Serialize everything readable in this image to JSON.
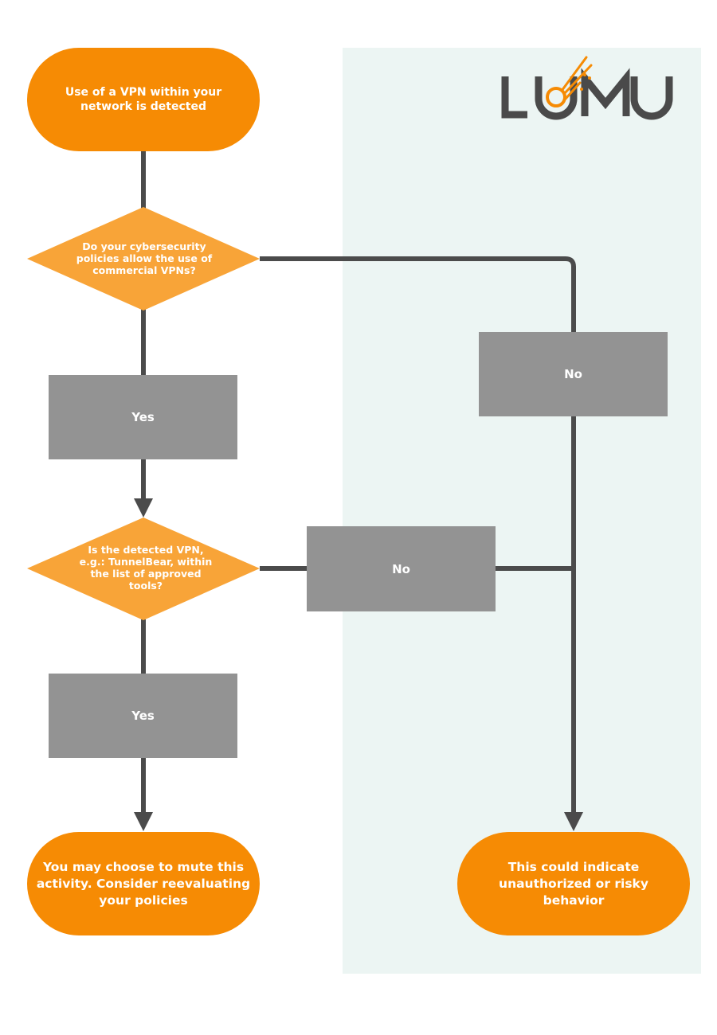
{
  "colors": {
    "orange": "#f68b04",
    "diamond_orange": "#f8a438",
    "gray_box": "#939393",
    "connector": "#4b4b4b",
    "panel": "#ecf5f3"
  },
  "logo": {
    "text": "LUMU"
  },
  "nodes": {
    "start": "Use of a VPN within your network is detected",
    "decision1": "Do your cybersecurity policies allow the use of commercial VPNs?",
    "decision1_yes": "Yes",
    "decision1_no": "No",
    "decision2": "Is the detected VPN, e.g.: TunnelBear, within the list of approved tools?",
    "decision2_yes": "Yes",
    "decision2_no": "No",
    "end_mute": "You may choose to mute this activity. Consider reevaluating your policies",
    "end_risky": "This could indicate unauthorized or risky behavior"
  }
}
